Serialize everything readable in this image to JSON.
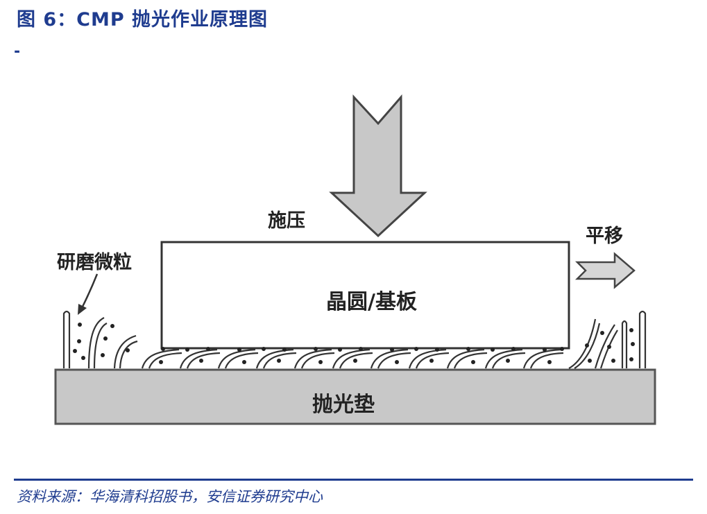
{
  "header": {
    "title": "图 6：CMP 抛光作业原理图",
    "dash": "-"
  },
  "diagram": {
    "labels": {
      "pressure": "施压",
      "translate": "平移",
      "particles": "研磨微粒",
      "wafer": "晶圆/基板",
      "pad": "抛光垫"
    }
  },
  "footer": {
    "source": "资料来源：华海清科招股书，安信证券研究中心"
  }
}
